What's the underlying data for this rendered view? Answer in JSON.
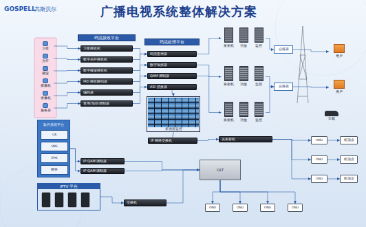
{
  "diagram": {
    "title": "广播电视系统整体解决方案",
    "nodes": [
      {
        "text": [
          "卫星"
        ]
      },
      {
        "text": [
          "光纤"
        ]
      },
      {
        "text": [
          "微波"
        ]
      },
      {
        "text": [
          "摄像机"
        ]
      },
      {
        "text": [
          "录像机"
        ]
      },
      {
        "text": [
          "服务器"
        ]
      },
      {
        "text": [
          "码流接收平台"
        ]
      },
      {
        "text": [
          "卫星接收机"
        ]
      },
      {
        "text": [
          "数字光纤接收机"
        ]
      },
      {
        "text": [
          "数字微波接收机"
        ]
      },
      {
        "text": [
          "IRD 接收解码器"
        ]
      },
      {
        "text": [
          "编码器"
        ]
      },
      {
        "text": [
          "复用/加扰·调制器"
        ]
      },
      {
        "text": [
          "码流处理平台"
        ]
      },
      {
        "text": [
          "码流复用器"
        ]
      },
      {
        "text": [
          "数字加扰器"
        ]
      },
      {
        "text": [
          "QAM 调制器"
        ]
      },
      {
        "text": [
          "ASI 切换器"
        ]
      },
      {
        "text": [
          "多画面监控"
        ]
      },
      {
        "text": [
          "IP 网络交换机"
        ]
      },
      {
        "text": [
          "发射机"
        ]
      },
      {
        "text": [
          "功放"
        ]
      },
      {
        "text": [
          "监控"
        ]
      },
      {
        "text": [
          "发射机"
        ]
      },
      {
        "text": [
          "功放"
        ]
      },
      {
        "text": [
          "监控"
        ]
      },
      {
        "text": [
          "发射机"
        ]
      },
      {
        "text": [
          "功放"
        ]
      },
      {
        "text": [
          "监控"
        ]
      },
      {
        "text": [
          "合路器"
        ]
      },
      {
        "text": [
          "合路器"
        ]
      },
      {
        "text": [
          "用户"
        ]
      },
      {
        "text": [
          "用户"
        ]
      },
      {
        "text": [
          "车载"
        ]
      },
      {
        "text": [
          "软件系统平台"
        ]
      },
      {
        "text": [
          "CA"
        ],
        "in": 34
      },
      {
        "text": [
          "SMS"
        ],
        "in": 34
      },
      {
        "text": [
          "EPG"
        ],
        "in": 34
      },
      {
        "text": [
          "网管"
        ],
        "in": 34
      },
      {
        "text": [
          "IPTV 平台"
        ]
      },
      {
        "text": [
          "IP QAM 调制器"
        ]
      },
      {
        "text": [
          "IP QAM 调制器"
        ]
      },
      {
        "text": [
          "光发射机"
        ]
      },
      {
        "text": [
          "OLT"
        ]
      },
      {
        "text": [
          "交换机"
        ]
      },
      {
        "text": [
          "ONU"
        ]
      },
      {
        "text": [
          "ONU"
        ]
      },
      {
        "text": [
          "ONU"
        ]
      },
      {
        "text": [
          "机顶盒"
        ]
      },
      {
        "text": [
          "机顶盒"
        ]
      },
      {
        "text": [
          "机顶盒"
        ]
      },
      {
        "text": [
          "ONU"
        ]
      },
      {
        "text": [
          "ONU"
        ]
      },
      {
        "text": [
          "ONU"
        ]
      },
      {
        "text": [
          "ONU"
        ]
      }
    ],
    "edges": [
      {
        "from": 0,
        "to": 7,
        "arrow": "to"
      },
      {
        "from": 1,
        "to": 8,
        "arrow": "to"
      },
      {
        "from": 2,
        "to": 9,
        "arrow": "to"
      },
      {
        "from": 3,
        "to": 10,
        "arrow": "to"
      },
      {
        "from": 4,
        "to": 11,
        "arrow": "to"
      },
      {
        "from": 5,
        "to": 12,
        "arrow": "to"
      },
      {
        "from": 7,
        "to": 14,
        "arrow": "to"
      },
      {
        "from": 8,
        "to": 14,
        "arrow": "to"
      },
      {
        "from": 9,
        "to": 14,
        "arrow": "to"
      },
      {
        "from": 10,
        "to": 15,
        "arrow": "to"
      },
      {
        "from": 11,
        "to": 16,
        "arrow": "to"
      },
      {
        "from": 12,
        "to": 17,
        "arrow": "to"
      },
      {
        "from": 14,
        "to": 20,
        "arrow": "to"
      },
      {
        "from": 15,
        "to": 23,
        "arrow": "to"
      },
      {
        "from": 16,
        "to": 26,
        "arrow": "to"
      },
      {
        "from": 17,
        "to": 18,
        "arrow": "to"
      },
      {
        "from": 22,
        "to": 29,
        "arrow": "to"
      },
      {
        "from": 25,
        "to": 30,
        "arrow": "to"
      },
      {
        "from": 28,
        "to": 30,
        "arrow": "to"
      },
      {
        "from": 29,
        "to": 31,
        "arrow": "to"
      },
      {
        "from": 30,
        "to": 32,
        "arrow": "to"
      },
      {
        "from": 34,
        "to": 40,
        "arrow": "to"
      },
      {
        "from": 34,
        "to": 41,
        "arrow": "to"
      },
      {
        "from": 39,
        "to": 44,
        "arrow": "to"
      },
      {
        "from": 40,
        "to": 43,
        "arrow": "to"
      },
      {
        "from": 41,
        "to": 43,
        "arrow": "to"
      },
      {
        "from": 44,
        "to": 43,
        "arrow": "to"
      },
      {
        "from": 19,
        "to": 42,
        "arrow": "to"
      },
      {
        "from": 42,
        "to": 45,
        "arrow": "to"
      },
      {
        "from": 42,
        "to": 46,
        "arrow": "to"
      },
      {
        "from": 42,
        "to": 47,
        "arrow": "to"
      },
      {
        "from": 45,
        "to": 48,
        "arrow": "to"
      },
      {
        "from": 46,
        "to": 49,
        "arrow": "to"
      },
      {
        "from": 47,
        "to": 50,
        "arrow": "to"
      },
      {
        "from": 43,
        "to": 51,
        "arrow": "to"
      },
      {
        "from": 43,
        "to": 52,
        "arrow": "to"
      },
      {
        "from": 43,
        "to": 53,
        "arrow": "to"
      },
      {
        "from": 43,
        "to": 54,
        "arrow": "to"
      },
      {
        "from": 18,
        "to": 19,
        "arrow": "none"
      }
    ],
    "labels": [
      "GOSPELL",
      "高斯贝尔"
    ]
  }
}
